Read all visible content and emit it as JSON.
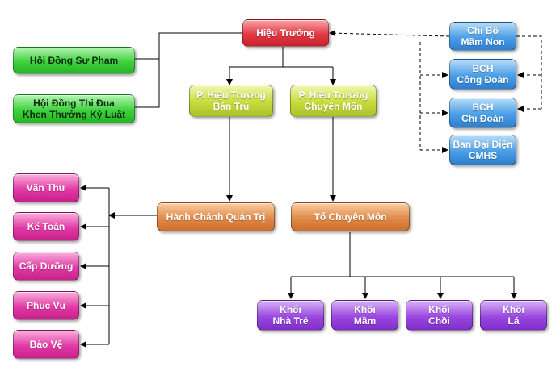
{
  "nodes": {
    "hieu_truong": [
      "Hiệu Trưởng"
    ],
    "hoi_dong_su_pham": [
      "Hội Đồng Sư Phạm"
    ],
    "hoi_dong_thi_dua": [
      "Hội Đồng Thi Đua",
      "Khen Thưởng Kỷ Luật"
    ],
    "pht_ban_tru": [
      "P. Hiệu Trưởng",
      "Bán Trú"
    ],
    "pht_chuyen_mon": [
      "P. Hiệu Trưởng",
      "Chuyên Môn"
    ],
    "chi_bo": [
      "Chi Bộ",
      "Mầm Non"
    ],
    "bch_cong_doan": [
      "BCH",
      "Công Đoàn"
    ],
    "bch_chi_doan": [
      "BCH",
      "Chi Đoàn"
    ],
    "ban_dai_dien": [
      "Ban Đại Diện",
      "CMHS"
    ],
    "hanh_chanh": [
      "Hành Chánh Quản Trị"
    ],
    "to_chuyen_mon": [
      "Tổ Chuyên Môn"
    ],
    "van_thu": [
      "Văn Thư"
    ],
    "ke_toan": [
      "Kế Toán"
    ],
    "cap_duong": [
      "Cấp Dưỡng"
    ],
    "phuc_vu": [
      "Phục Vụ"
    ],
    "bao_ve": [
      "Bảo Vệ"
    ],
    "khoi_nha_tre": [
      "Khối",
      "Nhà Trẻ"
    ],
    "khoi_mam": [
      "Khối",
      "Mầm"
    ],
    "khoi_choi": [
      "Khối",
      "Chồi"
    ],
    "khoi_la": [
      "Khối",
      "Lá"
    ]
  },
  "colors": {
    "red": "#e23a45",
    "green": "#3fd23f",
    "olive": "#c6dc3c",
    "blue": "#4a9ee6",
    "orange": "#e08a48",
    "pink": "#e23aa6",
    "purple": "#9a48e0",
    "connector": "#000000"
  }
}
